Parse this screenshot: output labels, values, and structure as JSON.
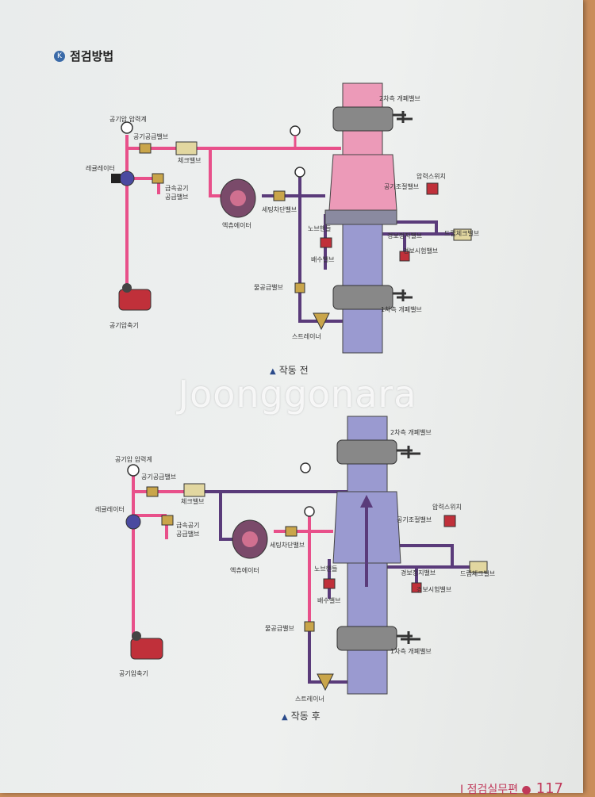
{
  "heading": {
    "badge": "K",
    "title": "점검방법"
  },
  "diagram_top": {
    "caption": "작동 전",
    "labels": {
      "gauge_air": "공기압 압력계",
      "air_supply_valve": "공기공급밸브",
      "check_valve": "체크밸브",
      "regulator": "레귤레이터",
      "rapid_air": "급속공기",
      "supply_valve": "공급밸브",
      "accelerator": "엑츄에이터",
      "seating_valve": "세팅차단밸브",
      "secondary_valve": "2차측 개폐밸브",
      "pressure_switch": "압력스위치",
      "air_adjust_valve": "공기조절밸브",
      "reset_handle": "노브핸들",
      "drain_valve": "배수밸브",
      "alarm_stop_valve": "경보정지밸브",
      "drip_check_valve": "드립체크밸브",
      "alarm_test_valve": "경보시험밸브",
      "prime_valve": "물공급밸브",
      "primary_valve": "1차측 개폐밸브",
      "strainer": "스트레이너",
      "compressor": "공기압축기"
    }
  },
  "diagram_bottom": {
    "caption": "작동 후",
    "labels": {
      "gauge_air": "공기압 압력계",
      "air_supply_valve": "공기공급밸브",
      "check_valve": "체크밸브",
      "regulator": "레귤레이터",
      "rapid_air": "급속공기",
      "supply_valve": "공급밸브",
      "accelerator": "엑츄에이터",
      "seating_valve": "세팅차단밸브",
      "secondary_valve": "2차측 개폐밸브",
      "pressure_switch": "압력스위치",
      "air_adjust_valve": "공기조절밸브",
      "reset_handle": "노브핸들",
      "drain_valve": "배수밸브",
      "alarm_stop_valve": "경보정지밸브",
      "drip_check_valve": "드립체크밸브",
      "alarm_test_valve": "경보시험밸브",
      "prime_valve": "물공급밸브",
      "primary_valve": "1차측 개폐밸브",
      "strainer": "스트레이너",
      "compressor": "공기압축기"
    }
  },
  "watermark": "Joonggonara",
  "footer": {
    "text": "Ⅰ 점검실무편 ●",
    "page": "117"
  },
  "colors": {
    "air_pipe": "#e8508a",
    "water_pipe": "#5a3b7a",
    "pipe_pink": "#ec9ab8",
    "pipe_blue": "#9a9ad0"
  }
}
